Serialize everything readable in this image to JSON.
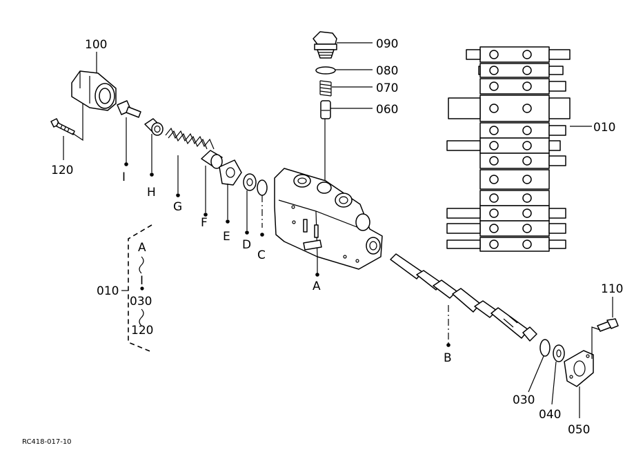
{
  "callouts": {
    "p100": "100",
    "p120a": "120",
    "p090": "090",
    "p080": "080",
    "p070": "070",
    "p060": "060",
    "p010": "010",
    "p110": "110",
    "p030": "030",
    "p040": "040",
    "p050": "050"
  },
  "letters": {
    "I": "I",
    "H": "H",
    "G": "G",
    "F": "F",
    "E": "E",
    "D": "D",
    "C": "C",
    "A": "A",
    "B": "B"
  },
  "bracket": {
    "label": "010",
    "row1": "A",
    "row2": "I",
    "row3": "030",
    "row4": "120"
  },
  "drawing_code": "RC418-017-10"
}
